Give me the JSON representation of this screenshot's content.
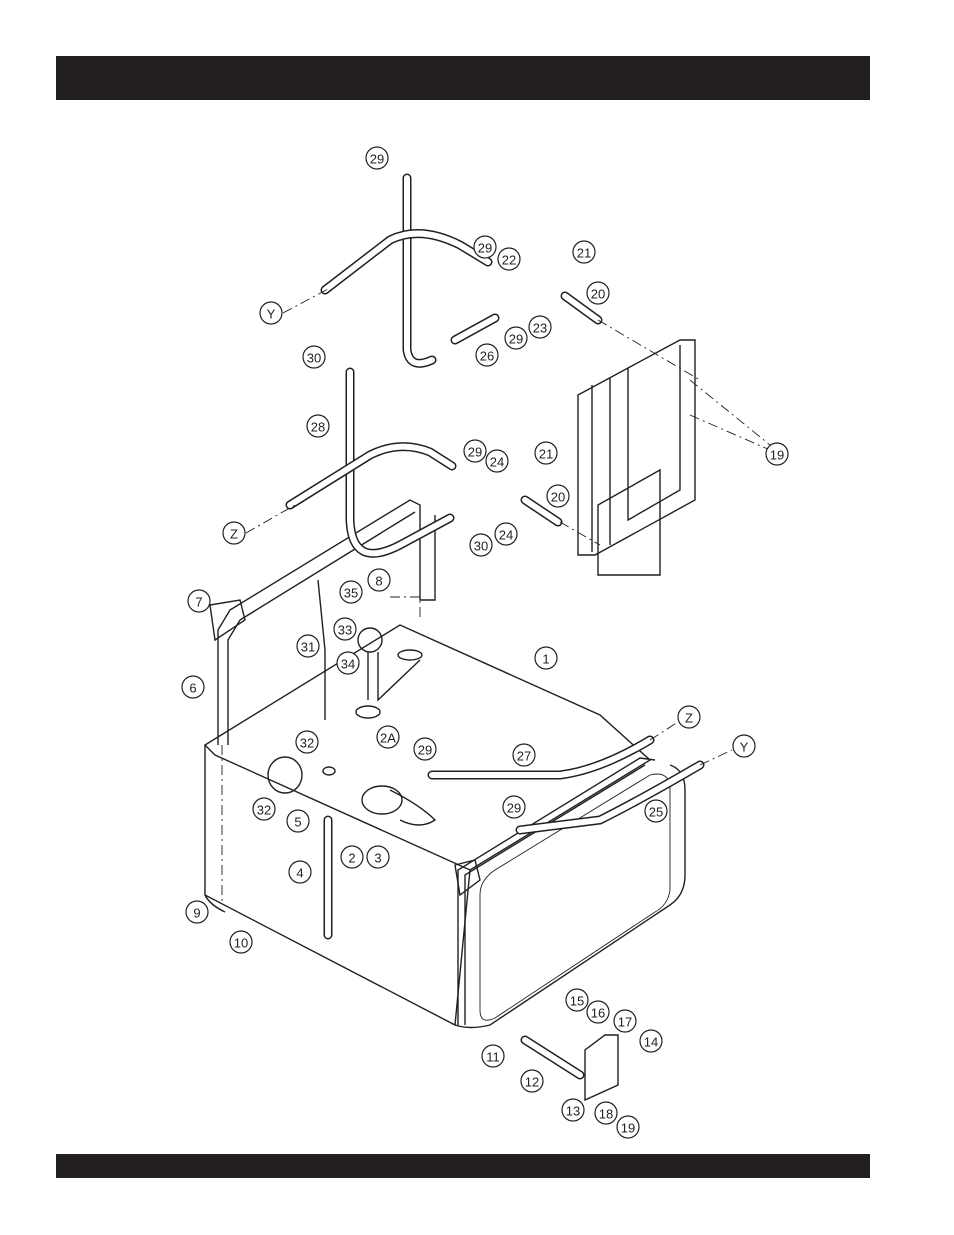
{
  "diagram": {
    "callouts": [
      "29",
      "29",
      "22",
      "21",
      "20",
      "23",
      "29",
      "26",
      "Y",
      "30",
      "28",
      "29",
      "24",
      "21",
      "20",
      "19",
      "Z",
      "30",
      "24",
      "8",
      "35",
      "7",
      "33",
      "31",
      "34",
      "1",
      "6",
      "Z",
      "Y",
      "2A",
      "29",
      "27",
      "32",
      "32",
      "29",
      "25",
      "5",
      "2",
      "3",
      "4",
      "9",
      "10",
      "15",
      "16",
      "17",
      "14",
      "11",
      "12",
      "13",
      "18",
      "19"
    ]
  }
}
